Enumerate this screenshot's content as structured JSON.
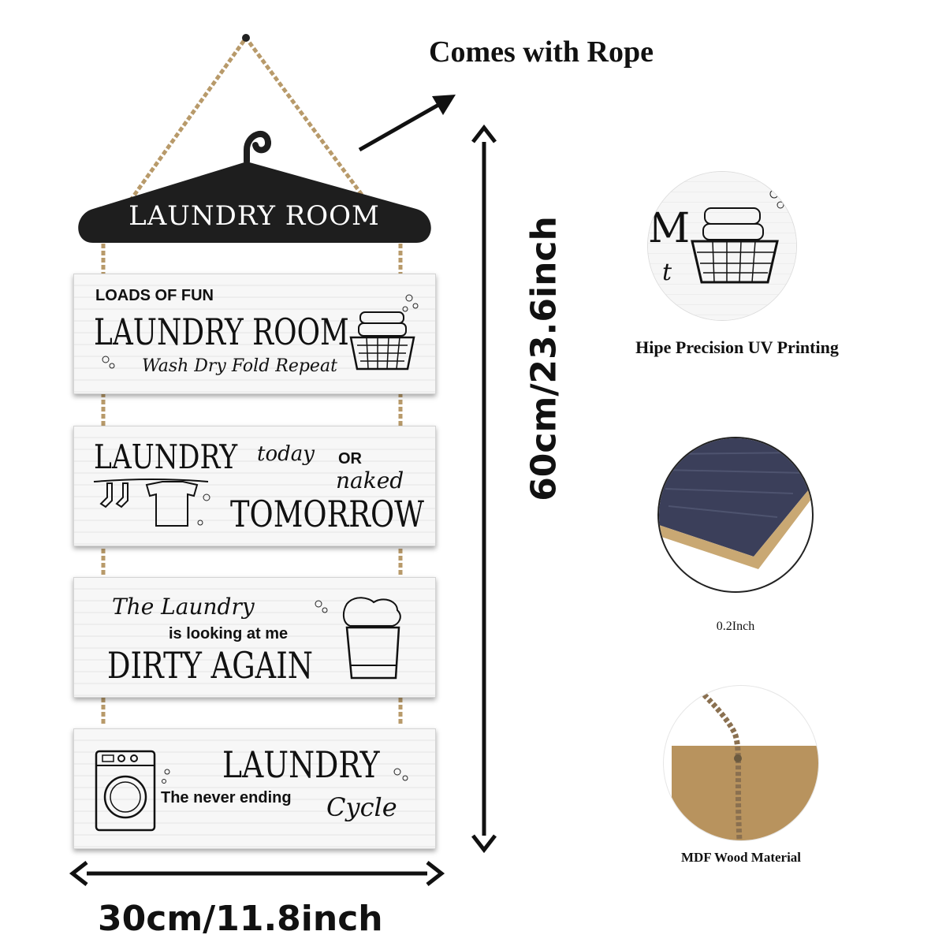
{
  "callouts": {
    "rope": "Comes with Rope",
    "height": "60cm/23.6inch",
    "width": "30cm/11.8inch"
  },
  "hanger": {
    "title": "LAUNDRY ROOM"
  },
  "signs": [
    {
      "line1": "LOADS OF FUN",
      "line2": "LAUNDRY ROOM",
      "line3": "Wash Dry Fold Repeat"
    },
    {
      "line1": "LAUNDRY",
      "line2": "today",
      "line3": "OR",
      "line4": "naked",
      "line5": "TOMORROW"
    },
    {
      "line1": "The Laundry",
      "line2": "is looking at me",
      "line3": "DIRTY AGAIN"
    },
    {
      "line1": "LAUNDRY",
      "line2": "The never ending",
      "line3": "Cycle"
    }
  ],
  "features": [
    {
      "caption": "Hipe Precision UV Printing",
      "zoom_letters": "M",
      "zoom_script": "t"
    },
    {
      "caption": "0.2Inch"
    },
    {
      "caption": "MDF Wood Material"
    }
  ],
  "colors": {
    "board": "#f4f4f4",
    "hanger": "#1e1e1e",
    "rope": "#b89a6a",
    "mdf": "#c9a873",
    "velvet": "#3b3f5a"
  }
}
